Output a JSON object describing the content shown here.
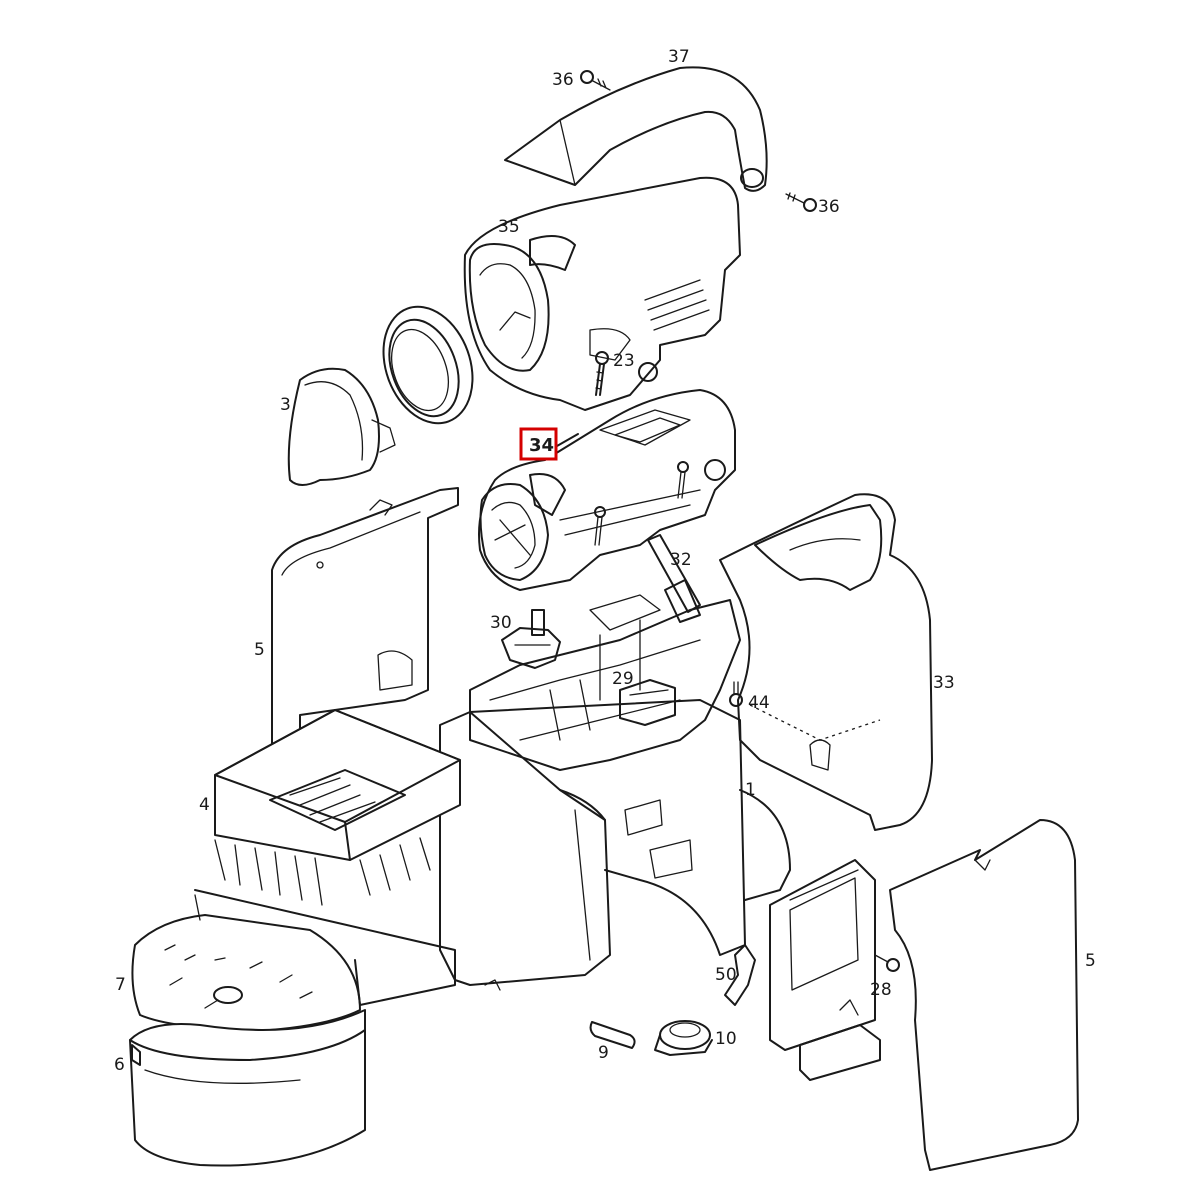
{
  "diagram": {
    "highlight_color": "#d40000",
    "highlighted_label": "34",
    "part_labels": {
      "p36a": "36",
      "p37": "37",
      "p36b": "36",
      "p35": "35",
      "p23": "23",
      "p3": "3",
      "p34": "34",
      "p32": "32",
      "p5a": "5",
      "p30": "30",
      "p29": "29",
      "p44": "44",
      "p33": "33",
      "p4": "4",
      "p1": "1",
      "p7": "7",
      "p6": "6",
      "p9": "9",
      "p10": "10",
      "p50": "50",
      "p28": "28",
      "p5b": "5"
    }
  }
}
